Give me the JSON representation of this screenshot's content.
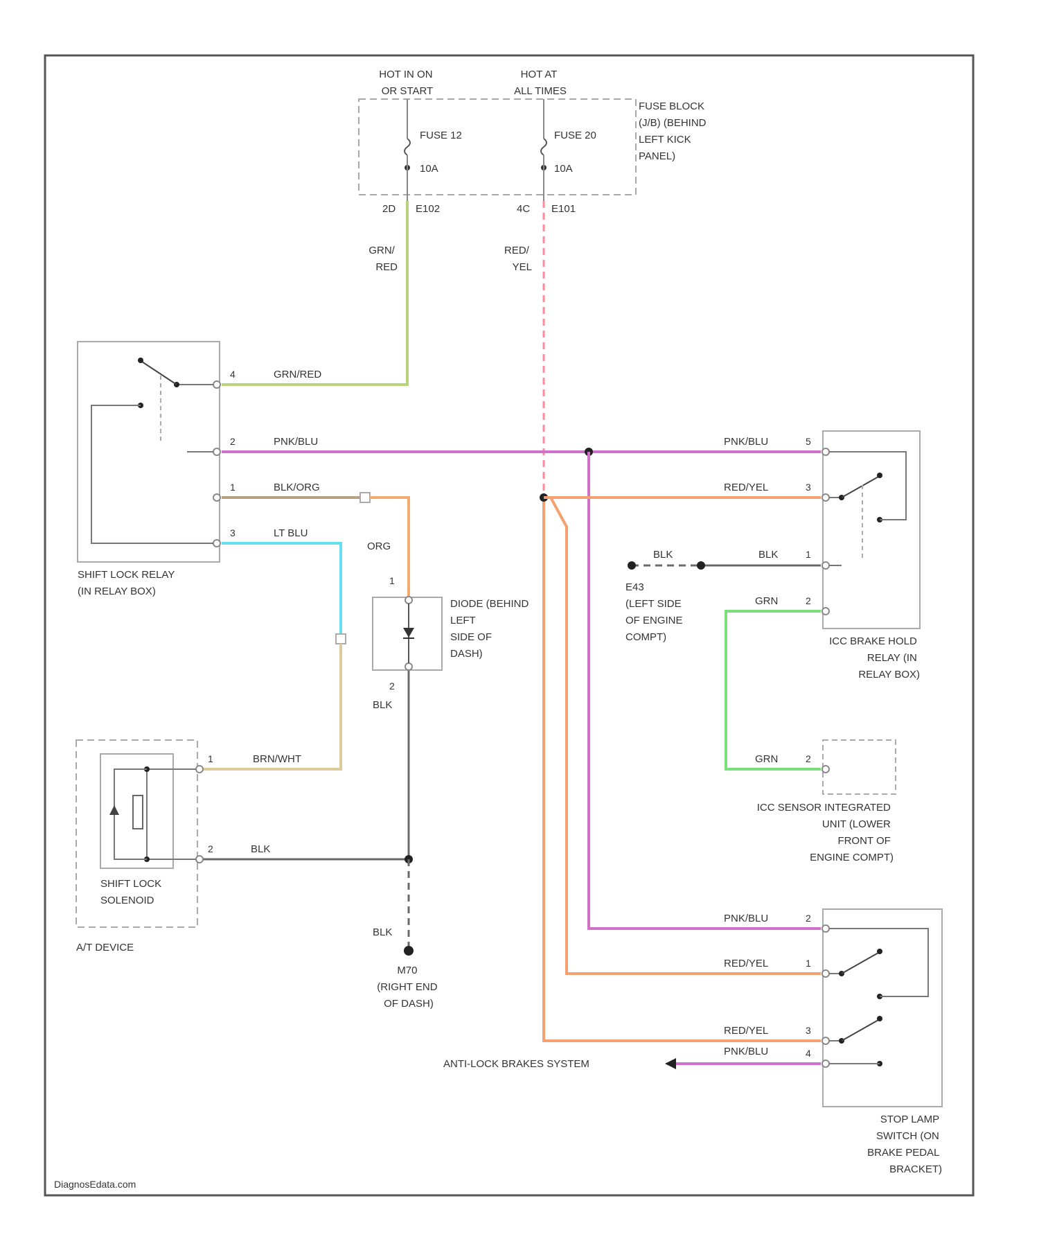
{
  "header": {
    "hot_run_start": [
      "HOT IN ON",
      "OR START"
    ],
    "hot_all_times": [
      "HOT AT",
      "ALL TIMES"
    ]
  },
  "fuse_block": {
    "label": [
      "FUSE BLOCK",
      "(J/B) (BEHIND",
      "LEFT KICK",
      "PANEL)"
    ],
    "fuse_a": {
      "name": "FUSE 12",
      "rating": "10A",
      "pin": "2D",
      "connector": "E102"
    },
    "fuse_b": {
      "name": "FUSE 20",
      "rating": "10A",
      "pin": "4C",
      "connector": "E101"
    }
  },
  "wires": {
    "grn_red_v": [
      "GRN/",
      "RED"
    ],
    "red_yel_v": [
      "RED/",
      "YEL"
    ],
    "grn_red": "GRN/RED",
    "pnk_blu": "PNK/BLU",
    "blk_org": "BLK/ORG",
    "lt_blu": "LT BLU",
    "org": "ORG",
    "blk": "BLK",
    "brn_wht": "BRN/WHT",
    "red_yel": "RED/YEL",
    "grn": "GRN"
  },
  "shift_lock_relay": {
    "label": [
      "SHIFT LOCK RELAY",
      "(IN RELAY BOX)"
    ],
    "pins": [
      "4",
      "2",
      "1",
      "3"
    ]
  },
  "diode": {
    "label": [
      "DIODE (BEHIND",
      "LEFT",
      "SIDE OF",
      "DASH)"
    ],
    "pins": [
      "1",
      "2"
    ]
  },
  "ground_e43": {
    "label": [
      "E43",
      "(LEFT SIDE",
      "OF ENGINE",
      "COMPT)"
    ]
  },
  "icc_relay": {
    "label": [
      "ICC BRAKE HOLD",
      "RELAY (IN",
      "RELAY BOX)"
    ],
    "pins": [
      "5",
      "3",
      "1",
      "2"
    ]
  },
  "icc_sensor": {
    "label": [
      "ICC SENSOR INTEGRATED",
      "UNIT (LOWER",
      "FRONT OF",
      "ENGINE COMPT)"
    ],
    "pin": "2"
  },
  "at_device": {
    "solenoid_label": [
      "SHIFT LOCK",
      "SOLENOID"
    ],
    "device_label": "A/T DEVICE",
    "pins": [
      "1",
      "2"
    ]
  },
  "ground_m70": {
    "label": [
      "M70",
      "(RIGHT END",
      "OF DASH)"
    ]
  },
  "stop_lamp": {
    "label": [
      "STOP LAMP",
      "SWITCH (ON",
      "BRAKE PEDAL",
      "BRACKET)"
    ],
    "pins": [
      "2",
      "1",
      "3",
      "4"
    ]
  },
  "abs_label": "ANTI-LOCK BRAKES SYSTEM",
  "watermark": "DiagnosEdata.com",
  "colors": {
    "grn_red": "#b8d47a",
    "red_yel_dash": "#ff8a9a",
    "pnk_blu": "#d070c8",
    "blk_org": "#b8a080",
    "org": "#f5ab6e",
    "lt_blu": "#66e0f0",
    "brn_wht": "#dccc9c",
    "blk": "#6a6a6a",
    "grn": "#7ae07a",
    "red_yel": "#f5a070",
    "frame": "#555555",
    "comp": "#aaaaaa"
  }
}
